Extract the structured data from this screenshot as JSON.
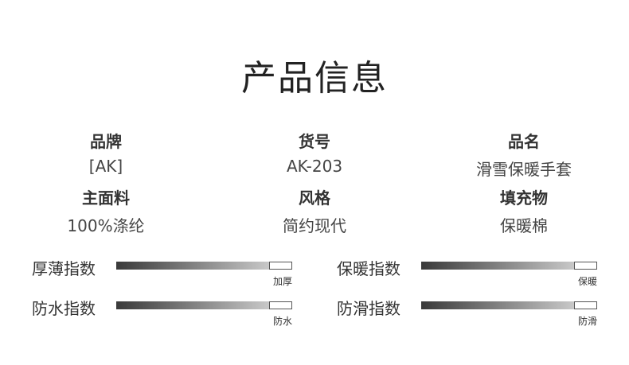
{
  "title": "产品信息",
  "info": [
    {
      "key": "品牌",
      "value": "[AK]"
    },
    {
      "key": "货号",
      "value": "AK-203"
    },
    {
      "key": "品名",
      "value": "滑雪保暖手套"
    },
    {
      "key": "主面料",
      "value": "100%涤纶"
    },
    {
      "key": "风格",
      "value": "简约现代"
    },
    {
      "key": "填充物",
      "value": "保暖棉"
    }
  ],
  "indices": [
    {
      "label": "厚薄指数",
      "end": "加厚",
      "level": 1.0
    },
    {
      "label": "保暖指数",
      "end": "保暖",
      "level": 1.0
    },
    {
      "label": "防水指数",
      "end": "防水",
      "level": 1.0
    },
    {
      "label": "防滑指数",
      "end": "防滑",
      "level": 1.0
    }
  ]
}
